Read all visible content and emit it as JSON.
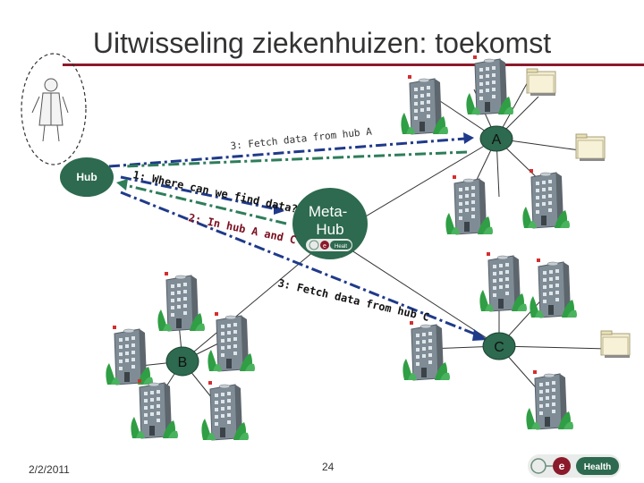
{
  "slide": {
    "title": "Uitwisseling ziekenhuizen: toekomst",
    "date": "2/2/2011",
    "page_number": "24"
  },
  "nodes": {
    "hub": "Hub",
    "meta_hub": "Meta-Hub",
    "hub_a": "A",
    "hub_b": "B",
    "hub_c": "C"
  },
  "steps": {
    "step1": "1: Where can we find data?",
    "step2": "2: In hub A and C",
    "step3a": "3: Fetch data from hub A",
    "step3c": "3: Fetch data from hub C"
  },
  "logo": {
    "left": "e",
    "right": "Health",
    "mini_right": "Healt"
  },
  "colors": {
    "accent": "#8b1a2b",
    "hub_green": "#2d6a4f",
    "arrow_blue": "#1f3a8a",
    "arrow_green": "#2e7d5b",
    "label_red": "#7a1020"
  }
}
